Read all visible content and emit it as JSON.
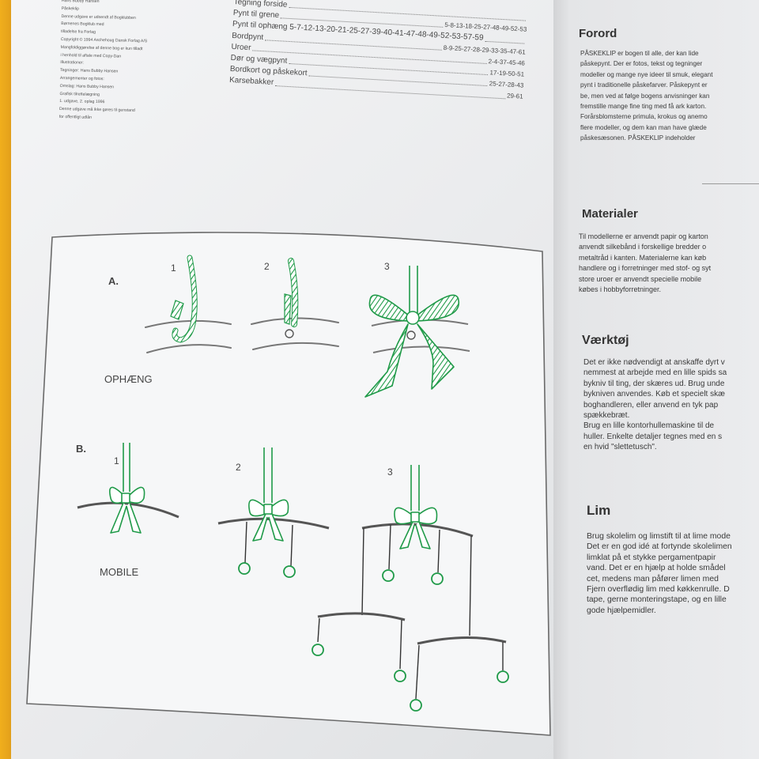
{
  "colophon": {
    "lines": [
      "Hans Bubby Hansen",
      "Påskeklip",
      "Denne udgave er udsendt af Bogklubben",
      "Børnenes Bogklub med",
      "tilladelse fra Forlag",
      "Copyright © 1994 Aschehoug Dansk Forlag A/S",
      "Mangfoldiggørelse af denne bog er kun tilladt",
      "i henhold til aftale med Copy-Dan",
      "Illustrationer:",
      "Tegninger: Hans Bubby Hansen",
      "Arrangementer og fotos:",
      "Omslag: Hans Bubby Hansen",
      "Grafisk tilrettelægning",
      "1. udgave, 2. oplag 1996",
      "Denne udgave må ikke gøres til genstand",
      "for offentligt udlån"
    ]
  },
  "toc": {
    "rows": [
      {
        "label": "Tegning forside",
        "pages": ""
      },
      {
        "label": "Pynt til grene",
        "pages": "5-8-13-18-25-27-48-49-52-53"
      },
      {
        "label": "Pynt til ophæng  5-7-12-13-20-21-25-27-39-40-41-47-48-49-52-53-57-59",
        "pages": ""
      },
      {
        "label": "Bordpynt",
        "pages": "8-9-25-27-28-29-33-35-47-61"
      },
      {
        "label": "Uroer",
        "pages": "2-4-37-45-46"
      },
      {
        "label": "Dør og vægpynt",
        "pages": "17-19-50-51"
      },
      {
        "label": "Bordkort og påskekort",
        "pages": "25-27-28-43"
      },
      {
        "label": "Karsebakker",
        "pages": "29-61"
      }
    ]
  },
  "illustration": {
    "section_a_label": "A.",
    "section_a_caption": "OPHÆNG",
    "section_b_label": "B.",
    "section_b_caption": "MOBILE",
    "step_labels": [
      "1",
      "2",
      "3"
    ],
    "accent_color": "#1f9a48",
    "line_color": "#555555"
  },
  "right_page": {
    "forord": {
      "heading": "Forord",
      "lines": [
        "PÅSKEKLIP er bogen til alle, der kan lide",
        "påskepynt. Der er fotos, tekst og tegninger",
        "modeller og mange nye ideer til smuk, elegant",
        "pynt i traditionelle påskefarver. Påskepynt er",
        "be, men ved at følge bogens anvisninger kan",
        "fremstille mange fine ting med få ark karton.",
        "Forårsblomsterne primula, krokus og anemo",
        "flere modeller, og dem kan man have glæde",
        "påskesæsonen. PÅSKEKLIP indeholder"
      ]
    },
    "materialer": {
      "heading": "Materialer",
      "lines": [
        "Til modellerne er anvendt papir og karton",
        "anvendt silkebånd i forskellige bredder o",
        "metaltråd i kanten. Materialerne kan køb",
        "handlere og i forretninger med stof- og syt",
        "store uroer er anvendt specielle mobile",
        "købes i hobbyforretninger."
      ]
    },
    "vaerktoj": {
      "heading": "Værktøj",
      "lines": [
        "Det er ikke nødvendigt at anskaffe dyrt v",
        "nemmest at arbejde med en lille spids sa",
        "bykniv til ting, der skæres ud. Brug unde",
        "bykniven anvendes. Køb et specielt skæ",
        "boghandleren, eller anvend en tyk pap",
        "spækkebræt.",
        "Brug en lille kontorhullemaskine til de",
        "huller. Enkelte detaljer tegnes med en s",
        "en hvid \"slettetusch\"."
      ]
    },
    "lim": {
      "heading": "Lim",
      "lines": [
        "Brug skolelim og limstift til at lime mode",
        "Det er en god idé at fortynde skolelimen",
        "limklat på et stykke pergamentpapir",
        "vand. Det er en hjælp at holde smådel",
        "cet, medens man påfører limen med",
        "Fjern overflødig lim med køkkenrulle. D",
        "tape, gerne monteringstape, og en lille",
        "gode hjælpemidler."
      ]
    }
  }
}
